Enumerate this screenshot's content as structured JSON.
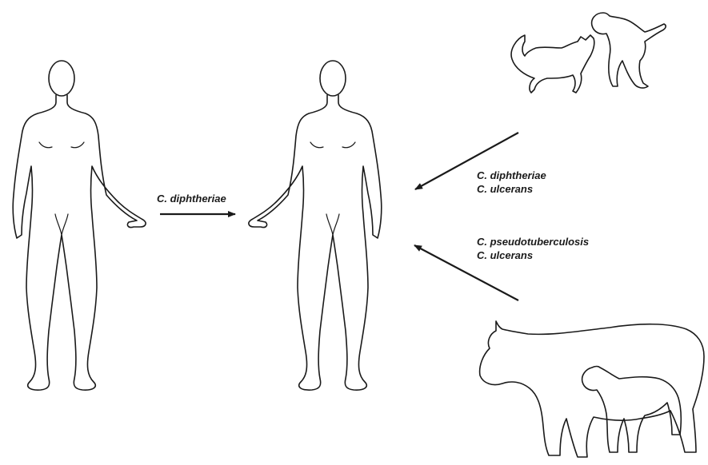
{
  "transmission": {
    "human_to_human": {
      "label": "C. diphtheriae"
    },
    "companion_animals_to_human": {
      "labels": [
        "C. diphtheriae",
        "C. ulcerans"
      ]
    },
    "livestock_to_human": {
      "labels": [
        "C. pseudotuberculosis",
        "C. ulcerans"
      ]
    }
  },
  "icons": {
    "source_human": "human-figure-icon",
    "recipient_human": "human-figure-icon",
    "cat": "cat-icon",
    "dog": "dog-icon",
    "cow": "cow-icon",
    "goat": "goat-icon"
  },
  "colors": {
    "line": "#1a1a1a",
    "background": "#ffffff"
  }
}
